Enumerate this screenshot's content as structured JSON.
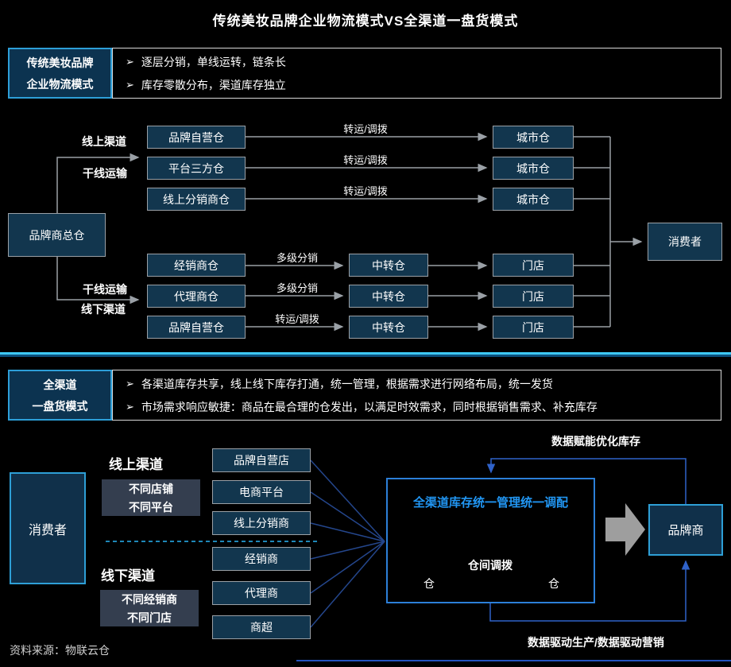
{
  "page": {
    "title": "传统美妆品牌企业物流模式VS全渠道一盘货模式",
    "source": "资料来源：物联云仓"
  },
  "glyphs": {
    "bullet": "➢"
  },
  "colors": {
    "accent_cyan": "#2d9fd8",
    "box_fill": "#12364e",
    "box_border": "#9aa0a6",
    "note_fill": "#343e4f",
    "hub_border": "#2c7fd8",
    "hub_title_blue": "#2196f3",
    "connector_gray": "#9aa0a6",
    "feedback_blue": "#2f62c9",
    "transfer_cyan": "#29b6f6",
    "big_arrow_gray": "#9e9e9e",
    "divider_cyan": "#3ec9f5"
  },
  "s1": {
    "header_line1": "传统美妆品牌",
    "header_line2": "企业物流模式",
    "bullets": [
      "逐层分销，单线运转，链条长",
      "库存零散分布，渠道库存独立"
    ]
  },
  "d1": {
    "root": "品牌商总仓",
    "branch_online_top": "线上渠道",
    "branch_online_bottom": "干线运输",
    "branch_offline_top": "干线运输",
    "branch_offline_bottom": "线下渠道",
    "online_wh": [
      "品牌自营仓",
      "平台三方仓",
      "线上分销商仓"
    ],
    "online_flow": [
      "转运/调拨",
      "转运/调拨",
      "转运/调拨"
    ],
    "city": [
      "城市仓",
      "城市仓",
      "城市仓"
    ],
    "offline_wh": [
      "经销商仓",
      "代理商仓",
      "品牌自营仓"
    ],
    "offline_flow": [
      "多级分销",
      "多级分销",
      "转运/调拨"
    ],
    "transit": [
      "中转仓",
      "中转仓",
      "中转仓"
    ],
    "store": [
      "门店",
      "门店",
      "门店"
    ],
    "consumer": "消费者"
  },
  "s2": {
    "header_line1": "全渠道",
    "header_line2": "一盘货模式",
    "bullets": [
      "各渠道库存共享，线上线下库存打通，统一管理，根据需求进行网络布局，统一发货",
      "市场需求响应敏捷：商品在最合理的仓发出，以满足时效需求，同时根据销售需求、补充库存"
    ]
  },
  "d2": {
    "consumer": "消费者",
    "online_heading": "线上渠道",
    "online_note": [
      "不同店铺",
      "不同平台"
    ],
    "offline_heading": "线下渠道",
    "offline_note": [
      "不同经销商",
      "不同门店"
    ],
    "channels": [
      "品牌自营店",
      "电商平台",
      "线上分销商",
      "经销商",
      "代理商",
      "商超"
    ],
    "hub_title": "全渠道库存统一管理统一调配",
    "wh_label_left": "仓",
    "wh_label_right": "仓",
    "transfer": "仓间调拨",
    "top_note": "数据赋能优化库存",
    "bottom_note": "数据驱动生产/数据驱动营销",
    "brand": "品牌商"
  }
}
